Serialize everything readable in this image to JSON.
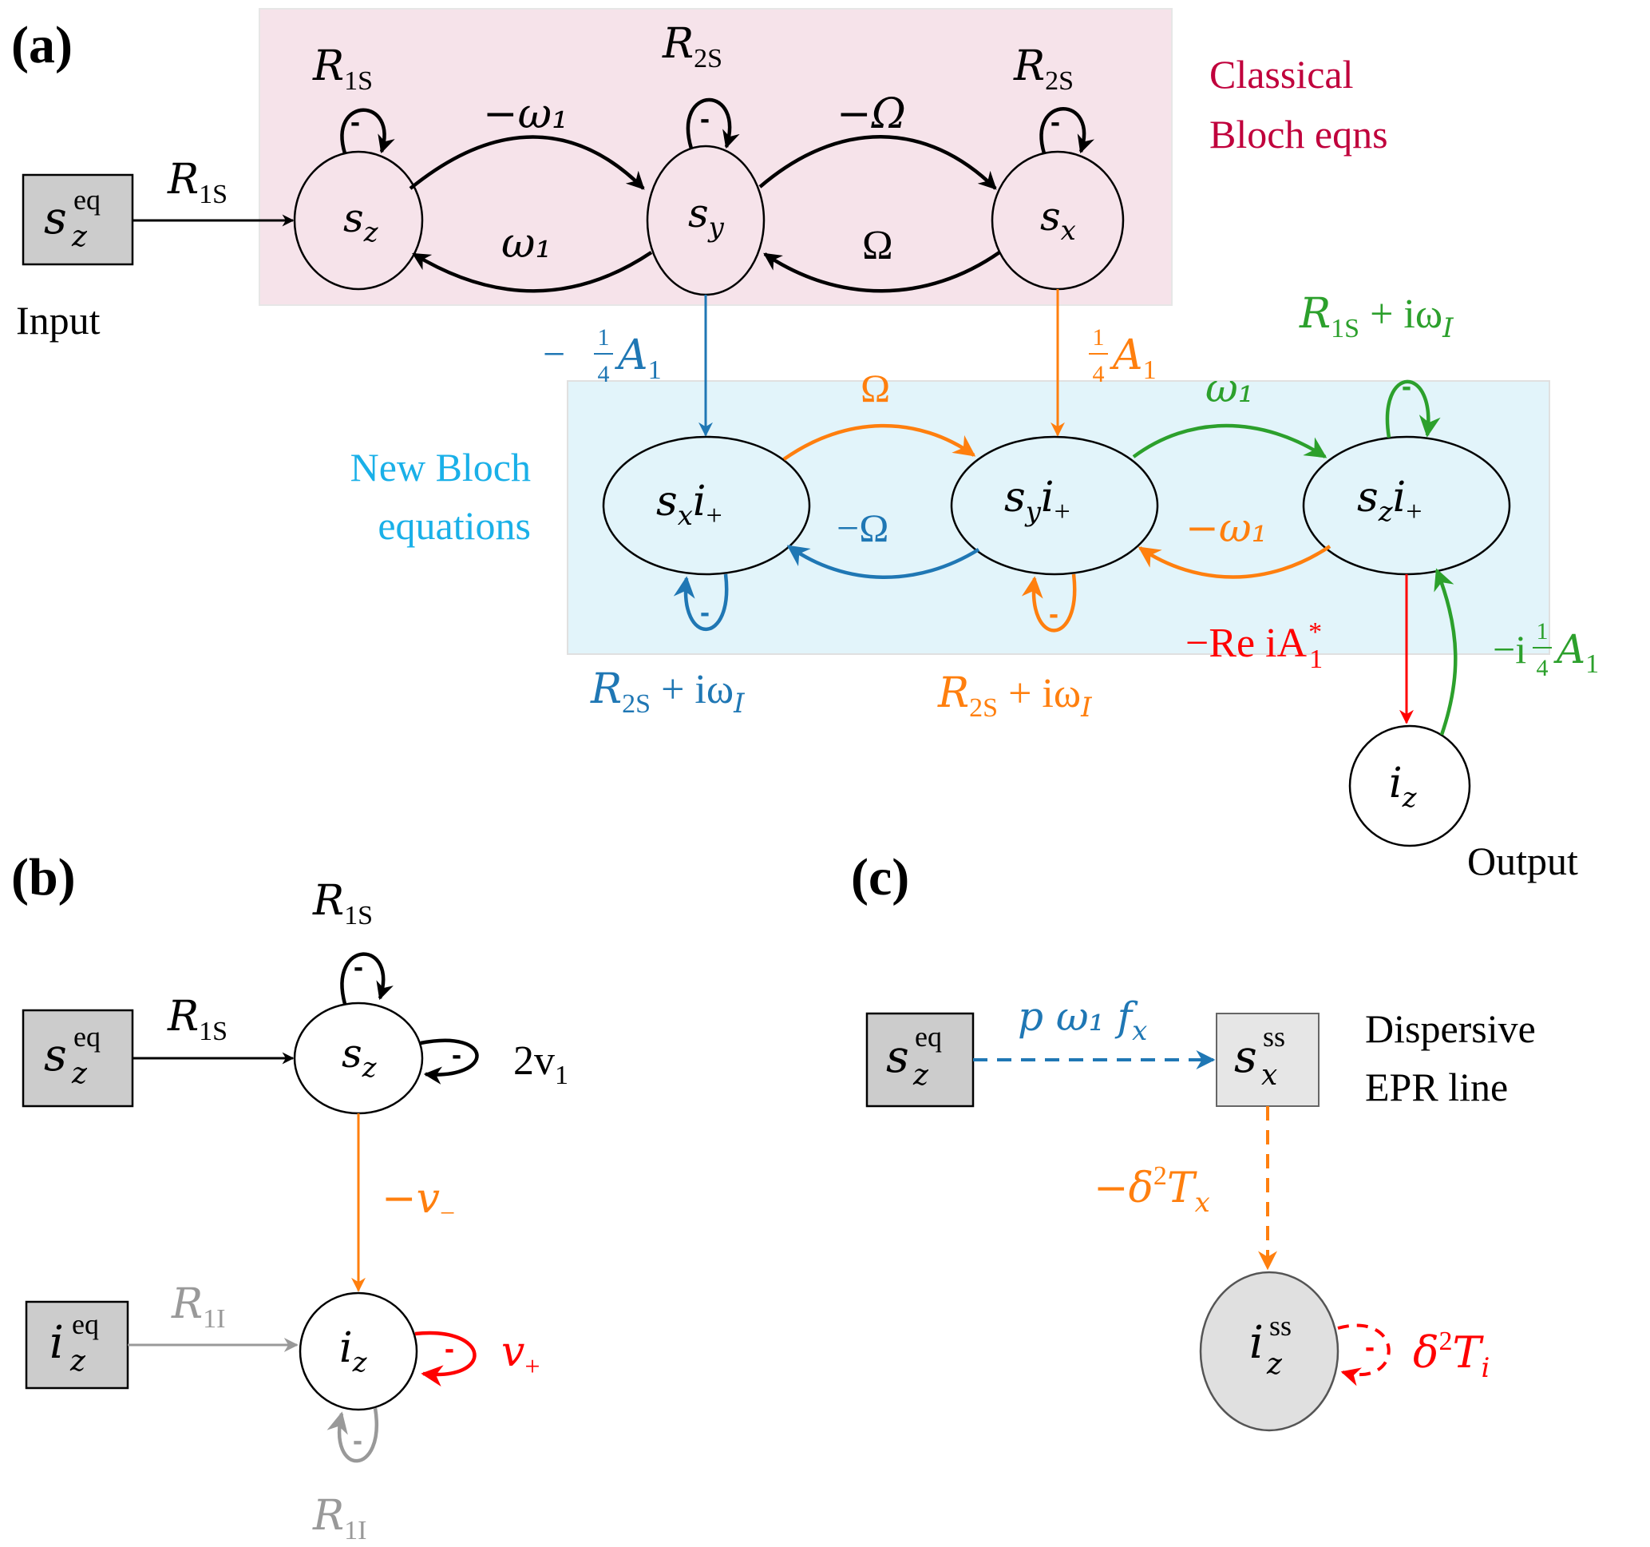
{
  "colors": {
    "black": "#000000",
    "blue": "#1f77b4",
    "orange": "#ff7f0e",
    "green": "#2ca02c",
    "red": "#ff0000",
    "gray": "#999999",
    "pink_bg": "#f6e3ea",
    "lightblue_bg": "#e2f4fa",
    "classical_text": "#c0003c",
    "new_bloch_text": "#1ab0e8",
    "box_fill": "#cccccc",
    "light_box_fill": "#e6e6e6"
  },
  "panel_a": {
    "label": "(a)",
    "classical_region_label": [
      "Classical",
      "Bloch eqns"
    ],
    "new_region_label": [
      "New Bloch",
      "equations"
    ],
    "input_label": "Input",
    "output_label": "Output",
    "nodes": {
      "input_box": {
        "main": "s",
        "sup": "eq",
        "sub": "z"
      },
      "sz": {
        "main": "s",
        "sub": "z"
      },
      "sy": {
        "main": "s",
        "sub": "y"
      },
      "sx": {
        "main": "s",
        "sub": "x"
      },
      "sxip": {
        "main": "s",
        "sub": "x",
        "main2": "i",
        "sub2": "+"
      },
      "syip": {
        "main": "s",
        "sub": "y",
        "main2": "i",
        "sub2": "+"
      },
      "szip": {
        "main": "s",
        "sub": "z",
        "main2": "i",
        "sub2": "+"
      },
      "iz": {
        "main": "i",
        "sub": "z"
      }
    },
    "edges": {
      "input_to_sz": {
        "main": "R",
        "sub": "1S"
      },
      "sz_self": {
        "main": "R",
        "sub": "1S",
        "sign": "-"
      },
      "sy_self": {
        "main": "R",
        "sub": "2S",
        "sign": "-"
      },
      "sx_self": {
        "main": "R",
        "sub": "2S",
        "sign": "-"
      },
      "sz_to_sy": "−ω₁",
      "sy_to_sz": "ω₁",
      "sy_to_sx": "−Ω",
      "sx_to_sy": "Ω",
      "sy_to_sxip": {
        "prefix": "−",
        "num": "1",
        "den": "4",
        "main": "A",
        "sub": "1"
      },
      "sx_to_syip": {
        "prefix": "",
        "num": "1",
        "den": "4",
        "main": "A",
        "sub": "1"
      },
      "sxip_to_syip": "Ω",
      "syip_to_sxip": "−Ω",
      "syip_to_szip": "ω₁",
      "szip_to_syip": "−ω₁",
      "sxip_self": {
        "main": "R",
        "sub": "2S",
        "rest": " + iω",
        "sub2": "I",
        "sign": "-"
      },
      "syip_self": {
        "main": "R",
        "sub": "2S",
        "rest": " + iω",
        "sub2": "I",
        "sign": "-"
      },
      "szip_self": {
        "main": "R",
        "sub": "1S",
        "rest": " + iω",
        "sub2": "I",
        "sign": "-"
      },
      "szip_to_iz": {
        "text": "−Re iA",
        "sup": "*",
        "sub": "1"
      },
      "iz_to_szip": {
        "prefix": "−i",
        "num": "1",
        "den": "4",
        "main": "A",
        "sub": "1"
      }
    }
  },
  "panel_b": {
    "label": "(b)",
    "nodes": {
      "s_eq": {
        "main": "s",
        "sup": "eq",
        "sub": "z"
      },
      "i_eq": {
        "main": "i",
        "sup": "eq",
        "sub": "z"
      },
      "sz": {
        "main": "s",
        "sub": "z"
      },
      "iz": {
        "main": "i",
        "sub": "z"
      }
    },
    "edges": {
      "seq_to_sz": {
        "main": "R",
        "sub": "1S"
      },
      "sz_self_top": {
        "main": "R",
        "sub": "1S",
        "sign": "-"
      },
      "sz_self_right": {
        "main": "2v",
        "sub": "1",
        "sign": "-"
      },
      "sz_to_iz": {
        "main": "−v",
        "sub": "−"
      },
      "ieq_to_iz": {
        "main": "R",
        "sub": "1I"
      },
      "iz_self_right": {
        "main": "v",
        "sub": "+",
        "sign": "-"
      },
      "iz_self_bottom": {
        "main": "R",
        "sub": "1I",
        "sign": "-"
      }
    }
  },
  "panel_c": {
    "label": "(c)",
    "side_label": [
      "Dispersive",
      "EPR line"
    ],
    "nodes": {
      "s_eq": {
        "main": "s",
        "sup": "eq",
        "sub": "z"
      },
      "sx_ss": {
        "main": "s",
        "sup": "ss",
        "sub": "x"
      },
      "iz_ss": {
        "main": "i",
        "sup": "ss",
        "sub": "z"
      }
    },
    "edges": {
      "seq_to_sxss": {
        "text": "p ω₁ f",
        "sub": "x"
      },
      "sxss_to_izss": {
        "text": "−δ",
        "sup": "2",
        "main": "T",
        "sub": "x"
      },
      "izss_self": {
        "text": "δ",
        "sup": "2",
        "main": "T",
        "sub": "i",
        "sign": "-"
      }
    }
  }
}
